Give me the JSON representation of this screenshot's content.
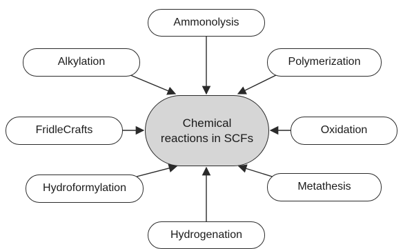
{
  "center": {
    "line1": "Chemical",
    "line2": "reactions in SCFs"
  },
  "nodes": {
    "ammonolysis": "Ammonolysis",
    "alkylation": "Alkylation",
    "polymerization": "Polymerization",
    "fridlecrafts": "FridleCrafts",
    "oxidation": "Oxidation",
    "hydroformylation": "Hydroformylation",
    "metathesis": "Metathesis",
    "hydrogenation": "Hydrogenation"
  },
  "colors": {
    "center_fill": "#d6d6d6",
    "stroke": "#2a2a2a"
  }
}
